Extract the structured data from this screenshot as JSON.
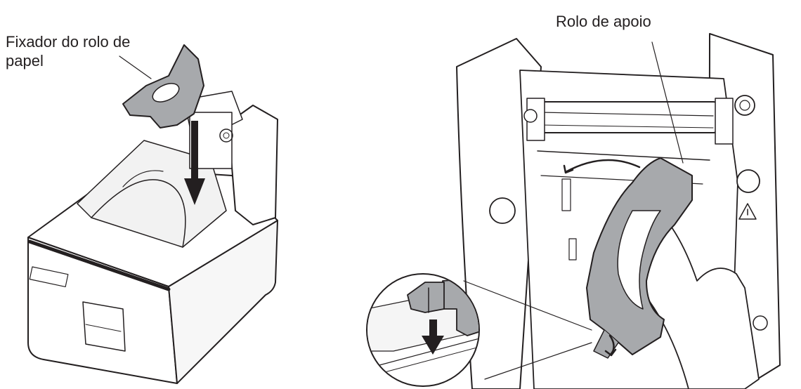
{
  "labels": {
    "paper_roll_holder": [
      "Fixador do rolo de",
      "papel"
    ],
    "backup_roller": "Rolo de apoio"
  },
  "colors": {
    "line": "#231f20",
    "highlight_part": "#a7a9ac",
    "printer_body": "#ffffff",
    "shadow": "#e6e7e8"
  },
  "icons": [
    "down-arrow-icon",
    "curved-arrow-icon",
    "warning-triangle-icon",
    "hand-illustration",
    "magnifier-circle"
  ]
}
